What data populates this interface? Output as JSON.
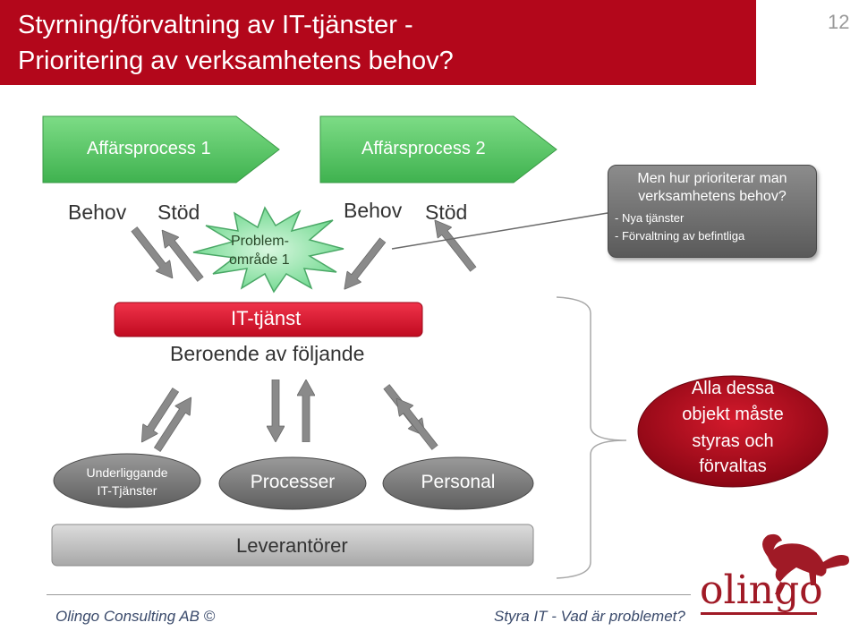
{
  "slide": {
    "title": "Styrning/förvaltning av IT-tjänster -\nPrioritering av verksamhetens behov?",
    "page_number": "12"
  },
  "processes": {
    "process1": "Affärsprocess 1",
    "process2": "Affärsprocess 2",
    "behov1": "Behov",
    "stod1": "Stöd",
    "behov2": "Behov",
    "stod2": "Stöd"
  },
  "problem": {
    "line1": "Problem-",
    "line2": "område 1"
  },
  "callout": {
    "question": "Men hur prioriterar man\nverksamhetens behov?",
    "item1": "- Nya tjänster",
    "item2": "- Förvaltning av befintliga"
  },
  "it_service": {
    "label": "IT-tjänst",
    "depends": "Beroende av följande"
  },
  "dependencies": {
    "underlying_line1": "Underliggande",
    "underlying_line2": "IT-Tjänster",
    "processes": "Processer",
    "personnel": "Personal",
    "suppliers": "Leverantörer"
  },
  "conclusion": {
    "line1": "Alla dessa",
    "line2": "objekt måste",
    "line3": "styras och",
    "line4": "förvaltas"
  },
  "logo": {
    "text": "olingo"
  },
  "footer": {
    "left": "Olingo Consulting AB ©",
    "right": "Styra IT - Vad är problemet?"
  },
  "colors": {
    "brand_red": "#b3071b",
    "green": "#5cc46a",
    "gray": "#8a8a8a",
    "light_gray": "#c8c8c8",
    "starburst": "#8fe6a8",
    "red_bar": "#e3102b"
  }
}
